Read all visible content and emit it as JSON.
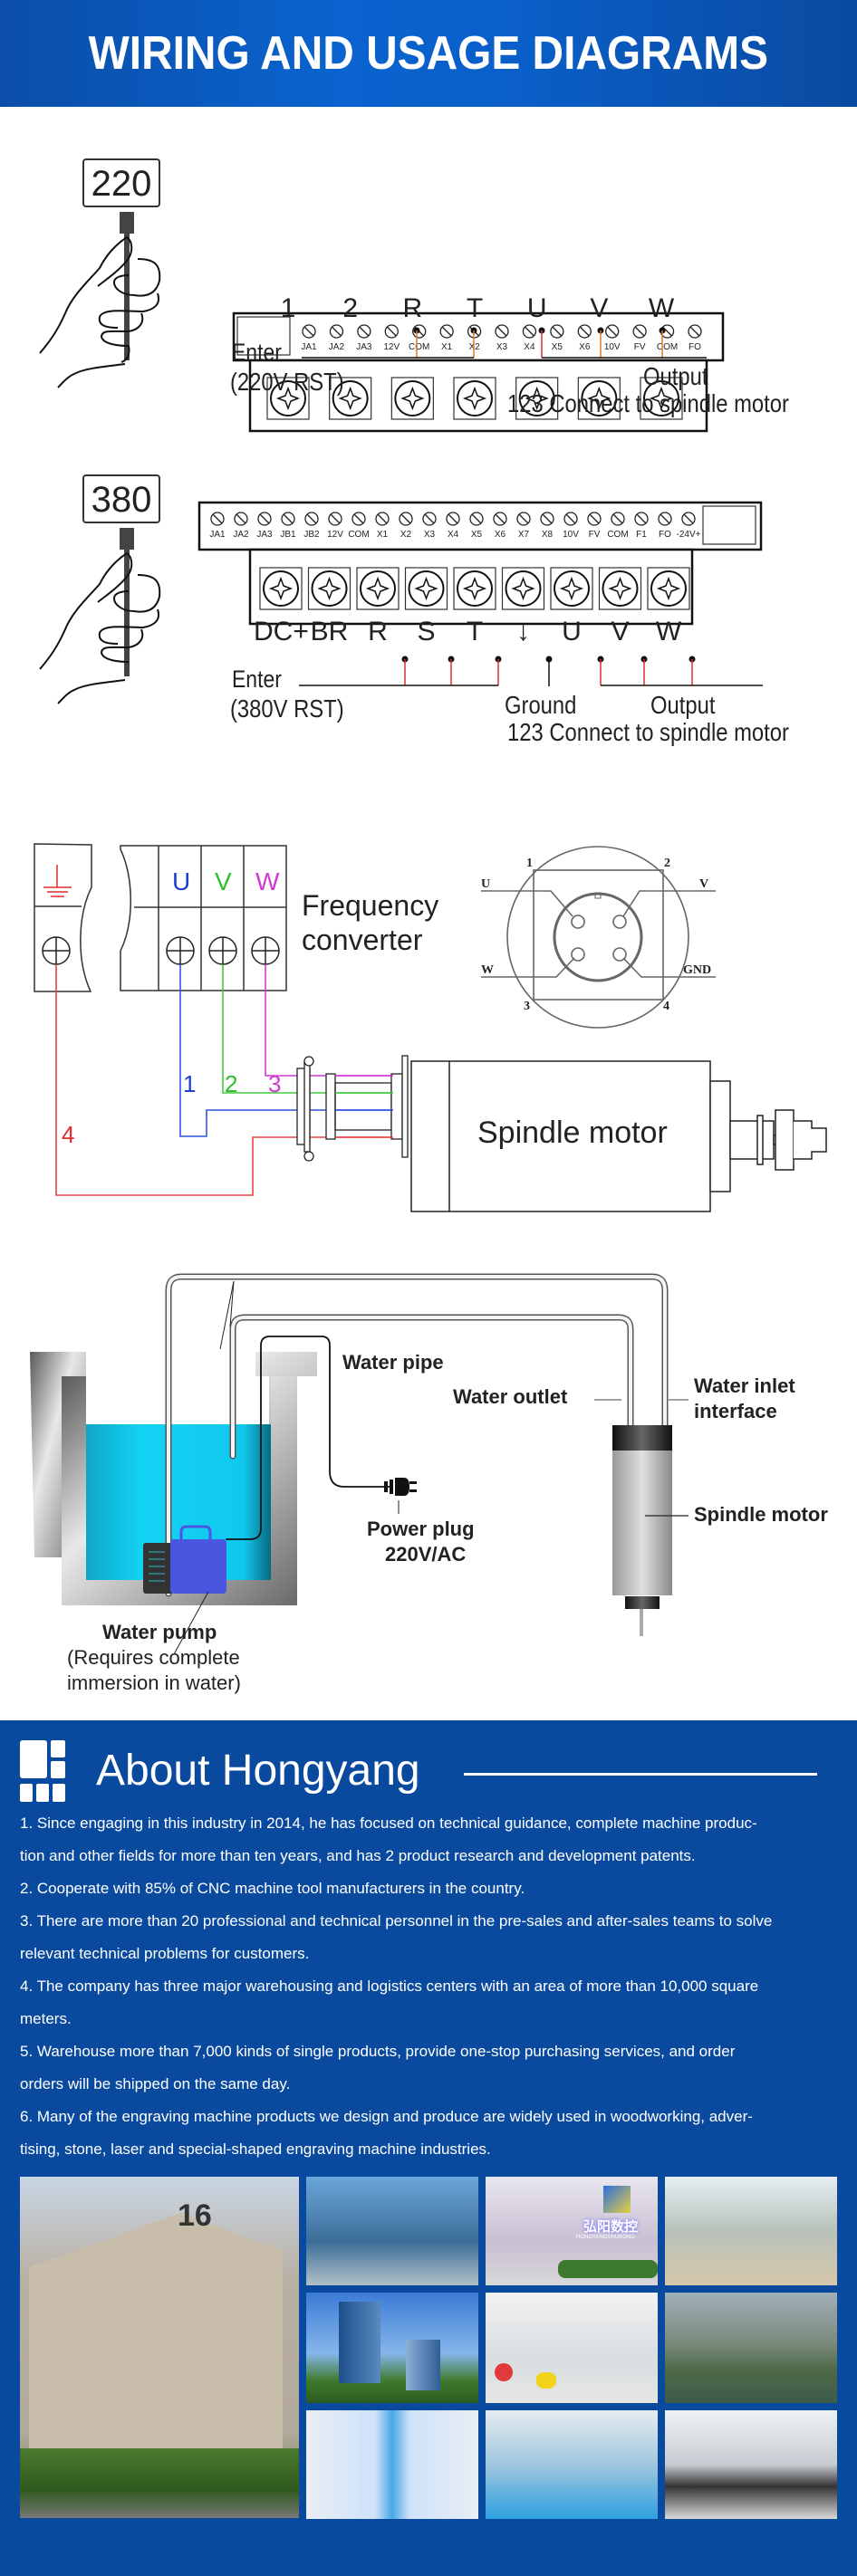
{
  "header": {
    "title": "WIRING AND USAGE DIAGRAMS"
  },
  "diagram220": {
    "voltage_tag": "220",
    "top_terminals": [
      "JA1",
      "JA2",
      "JA3",
      "12V",
      "COM",
      "X1",
      "X2",
      "X3",
      "X4",
      "X5",
      "X6",
      "10V",
      "FV",
      "COM",
      "FO"
    ],
    "power_terminals": [
      "1",
      "2",
      "R",
      "T",
      "U",
      "V",
      "W"
    ],
    "enter_label": "Enter",
    "enter_sub": "(220V RST)",
    "output_label": "Output",
    "output_sub": "123 Connect to spindle motor"
  },
  "diagram380": {
    "voltage_tag": "380",
    "top_terminals": [
      "JA1",
      "JA2",
      "JA3",
      "JB1",
      "JB2",
      "12V",
      "COM",
      "X1",
      "X2",
      "X3",
      "X4",
      "X5",
      "X6",
      "X7",
      "X8",
      "10V",
      "FV",
      "COM",
      "F1",
      "FO",
      "-24V+"
    ],
    "power_terminals": [
      "DC+",
      "BR",
      "R",
      "S",
      "T",
      "↓",
      "U",
      "V",
      "W"
    ],
    "enter_label": "Enter",
    "enter_sub": "(380V RST)",
    "ground_label": "Ground",
    "output_label": "Output",
    "output_sub": "123 Connect to spindle motor"
  },
  "motor_wiring": {
    "converter_phases": [
      "U",
      "V",
      "W"
    ],
    "converter_label_1": "Frequency",
    "converter_label_2": "converter",
    "wire_numbers": [
      "1",
      "2",
      "3",
      "4"
    ],
    "motor_label": "Spindle motor",
    "connector_pins": {
      "p1": "1",
      "p2": "2",
      "p3": "3",
      "p4": "4",
      "U": "U",
      "V": "V",
      "W": "W",
      "GND": "GND"
    },
    "colors": {
      "U": "#1f3fd0",
      "V": "#2cc22c",
      "W": "#d23ad6",
      "GND": "#e32b2b"
    }
  },
  "cooling": {
    "water_pipe": "Water pipe",
    "water_outlet": "Water outlet",
    "water_inlet_1": "Water inlet",
    "water_inlet_2": "interface",
    "spindle_motor": "Spindle motor",
    "power_plug_1": "Power plug",
    "power_plug_2": "220V/AC",
    "water_pump": "Water pump",
    "pump_note_1": "(Requires complete",
    "pump_note_2": "immersion in water)"
  },
  "about": {
    "title": "About Hongyang",
    "paragraphs": [
      "1. Since engaging in this industry in 2014, he has focused on technical guidance, complete machine produc-",
      "tion and other fields for more than ten years, and has 2 product research and development patents.",
      "2. Cooperate with 85% of CNC machine tool manufacturers in the country.",
      "3. There are more than 20 professional and technical personnel in the pre-sales and after-sales teams to solve",
      "relevant technical problems for customers.",
      "4. The company has three major warehousing and logistics centers with an area of more than 10,000 square",
      "meters.",
      "5. Warehouse more than 7,000 kinds of single products, provide one-stop purchasing services, and order",
      "orders will be shipped on the same day.",
      "6. Many of the engraving machine products we design and produce are widely used in woodworking, adver-",
      "tising, stone, laser and special-shaped engraving machine industries."
    ],
    "building_number": "16",
    "lobby_sign": "弘阳数控",
    "lobby_sign_sub": "HONGYANGSHUKONG"
  },
  "colors": {
    "brand_blue": "#0a4a9e",
    "header_blue": "#0a5fc9",
    "water": "#14cff2",
    "pump": "#4a55e0"
  }
}
